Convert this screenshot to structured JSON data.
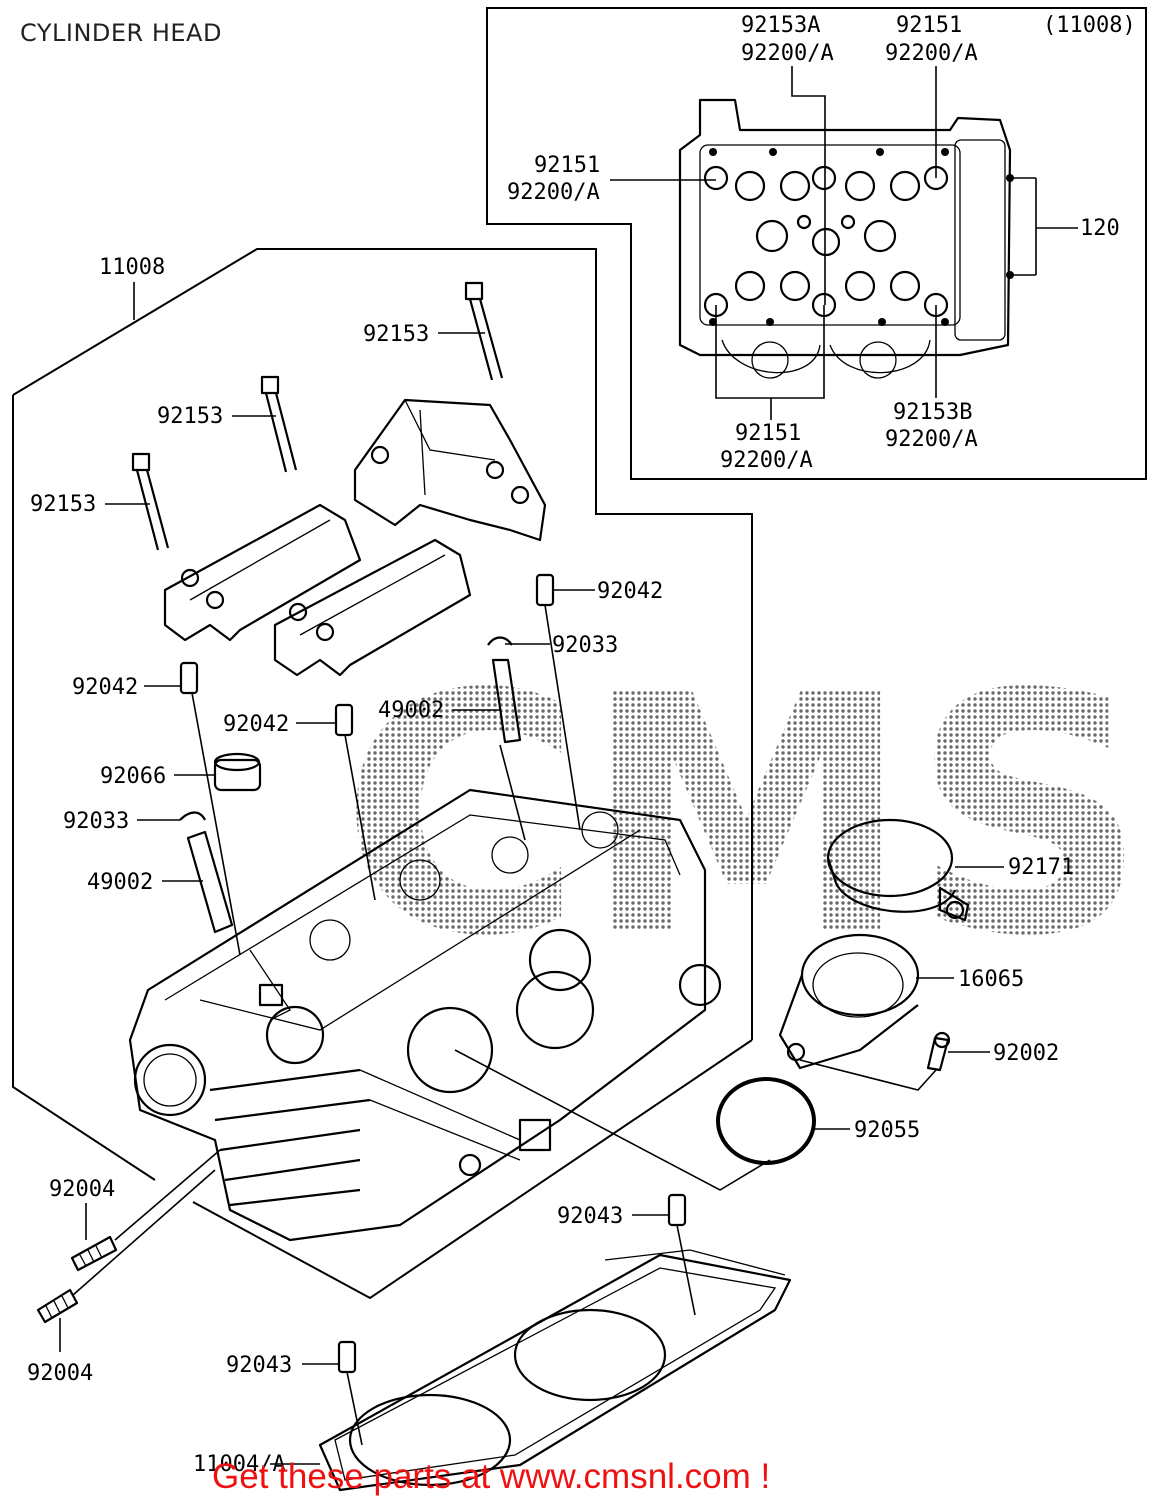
{
  "title": "CYLINDER HEAD",
  "inset": {
    "assembly_ref": "(11008)",
    "labels": {
      "a": "92153A",
      "a2": "92200/A",
      "b": "92151",
      "b2": "92200/A",
      "c": "92151",
      "c2": "92200/A",
      "d": "120",
      "e": "92151",
      "e2": "92200/A",
      "f": "92153B",
      "f2": "92200/A"
    }
  },
  "main": {
    "labels": {
      "head": "11008",
      "bolt_top": "92153",
      "bolt_mid": "92153",
      "bolt_left": "92153",
      "dowel_right": "92042",
      "cotter_right": "92033",
      "guide_right": "49002",
      "dowel_left": "92042",
      "dowel_center": "92042",
      "seal": "92066",
      "cotter_left": "92033",
      "guide_left": "49002",
      "clamp": "92171",
      "holder": "16065",
      "screw": "92002",
      "oring": "92055",
      "stud_top": "92004",
      "stud_bottom": "92004",
      "dowel_gasket_top": "92043",
      "dowel_gasket_bottom": "92043",
      "gasket": "11004/A"
    }
  },
  "watermark": "CMS",
  "banner": "Get these parts at www.cmsnl.com !"
}
